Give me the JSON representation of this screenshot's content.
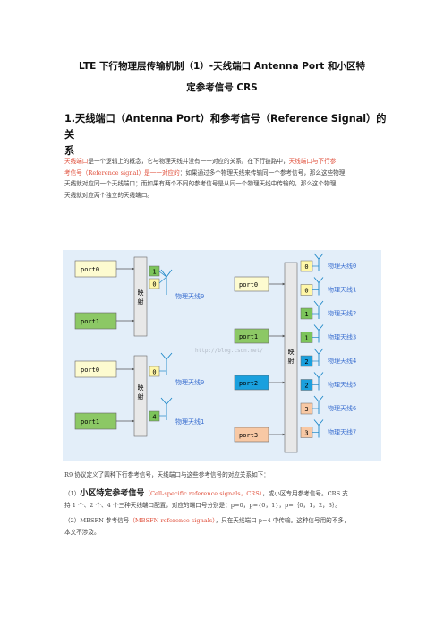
{
  "title_line1": "LTE 下行物理层传输机制（1）-天线端口 Antenna Port 和小区特",
  "title_line2": "定参考信号 CRS",
  "section1_line1": "1.天线端口（Antenna Port）和参考信号（Reference Signal）的关",
  "section1_line2": "系",
  "intro": {
    "l1_red": "天线端口",
    "l1_a": "是一个逻辑上的概念，它与物理天线并没有一一对应的关系。在下行链路中，",
    "l1_red2": "天线端口与下行参",
    "l2_red": "考信号（Reference signal）是一一对应的",
    "l2_a": "：如果通过多个物理天线来传输同一个参考信号，那么这些物理",
    "l3": "天线就对应同一个天线端口；而如果有两个不同的参考信号是从同一个物理天线中传输的，那么这个物理",
    "l4": "天线就对应两个独立的天线端口。"
  },
  "figure": {
    "mapping_label": "映射",
    "watermark": "http://blog.csdn.net/",
    "left_top": {
      "ports": [
        "port0",
        "port1"
      ],
      "cells": [
        "1",
        "0"
      ],
      "antenna": "物理天线0"
    },
    "left_bottom": {
      "ports": [
        "port0",
        "port1"
      ],
      "cells": [
        "0",
        "4"
      ],
      "antennas": [
        "物理天线0",
        "物理天线1"
      ]
    },
    "right": {
      "ports": [
        "port0",
        "port1",
        "port2",
        "port3"
      ],
      "cells": [
        "0",
        "0",
        "1",
        "1",
        "2",
        "2",
        "3",
        "3"
      ],
      "antennas": [
        "物理天线0",
        "物理天线1",
        "物理天线2",
        "物理天线3",
        "物理天线4",
        "物理天线5",
        "物理天线6",
        "物理天线7"
      ]
    },
    "colors": {
      "port0": "#fdfbd0",
      "port1": "#8cc865",
      "port2": "#1aa0de",
      "port3": "#f8c8a4",
      "cell_yellow": "#fff7a8",
      "cell_green": "#7cc45a",
      "cell_blue": "#1aa0de",
      "cell_orange": "#f8c8a4",
      "antenna": "#1e88c8",
      "label": "#3b6fd0"
    }
  },
  "r9": "R9 协议定义了四种下行参考信号，天线端口与这些参考信号的对应关系如下：",
  "item1": {
    "num": "（1）",
    "bold": "小区特定参考信号",
    "red": "（Cell-specific reference signals，CRS）",
    "rest": "，或小区专用参考信号。CRS 支",
    "line2": "持 1 个、2 个、4 个三种天线端口配置，对应的端口号分别是：p=0，p={0，1}，p=｛0，1，2，3｝。"
  },
  "item2": {
    "num": "（2）MBSFN 参考信号",
    "red": "（MBSFN reference signals）",
    "rest": "，只在天线端口 p=4 中传输。这种信号用的不多，",
    "line2": "本文不涉及。"
  }
}
